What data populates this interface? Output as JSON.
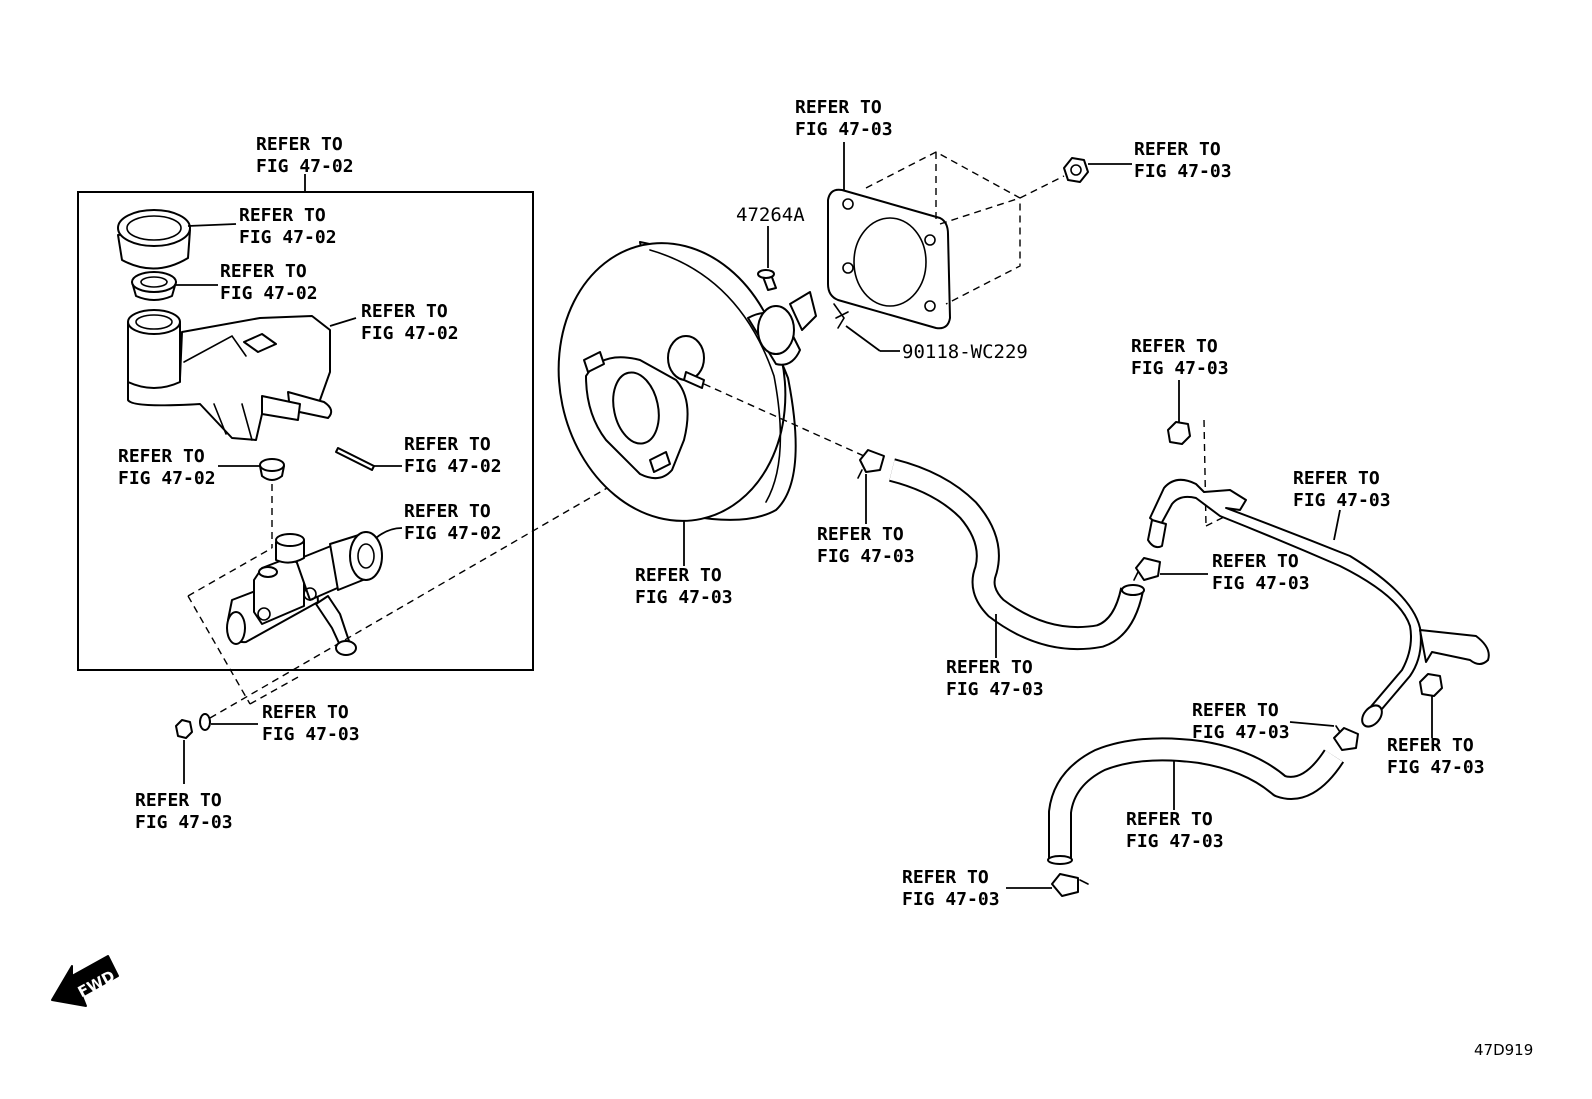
{
  "callouts": {
    "assembly": [
      "REFER TO",
      "FIG 47-02"
    ],
    "cap": [
      "REFER TO",
      "FIG 47-02"
    ],
    "strainer": [
      "REFER TO",
      "FIG 47-02"
    ],
    "reservoir": [
      "REFER TO",
      "FIG 47-02"
    ],
    "grommet": [
      "REFER TO",
      "FIG 47-02"
    ],
    "pin": [
      "REFER TO",
      "FIG 47-02"
    ],
    "master_cylinder": [
      "REFER TO",
      "FIG 47-02"
    ],
    "nut_left": [
      "REFER TO",
      "FIG 47-03"
    ],
    "washer_left": [
      "REFER TO",
      "FIG 47-03"
    ],
    "booster": [
      "REFER TO",
      "FIG 47-03"
    ],
    "gasket": [
      "REFER TO",
      "FIG 47-03"
    ],
    "nut_top": [
      "REFER TO",
      "FIG 47-03"
    ],
    "clip_booster": [
      "REFER TO",
      "FIG 47-03"
    ],
    "hose_mid": [
      "REFER TO",
      "FIG 47-03"
    ],
    "nut_bracket": [
      "REFER TO",
      "FIG 47-03"
    ],
    "clip_mid": [
      "REFER TO",
      "FIG 47-03"
    ],
    "pipe": [
      "REFER TO",
      "FIG 47-03"
    ],
    "clip_lower": [
      "REFER TO",
      "FIG 47-03"
    ],
    "nut_right": [
      "REFER TO",
      "FIG 47-03"
    ],
    "hose_lower": [
      "REFER TO",
      "FIG 47-03"
    ],
    "clip_bottom": [
      "REFER TO",
      "FIG 47-03"
    ]
  },
  "part_numbers": {
    "pin": "47264A",
    "clip": "90118-WC229"
  },
  "fwd_label": "FWD",
  "figure_code": "47D919"
}
